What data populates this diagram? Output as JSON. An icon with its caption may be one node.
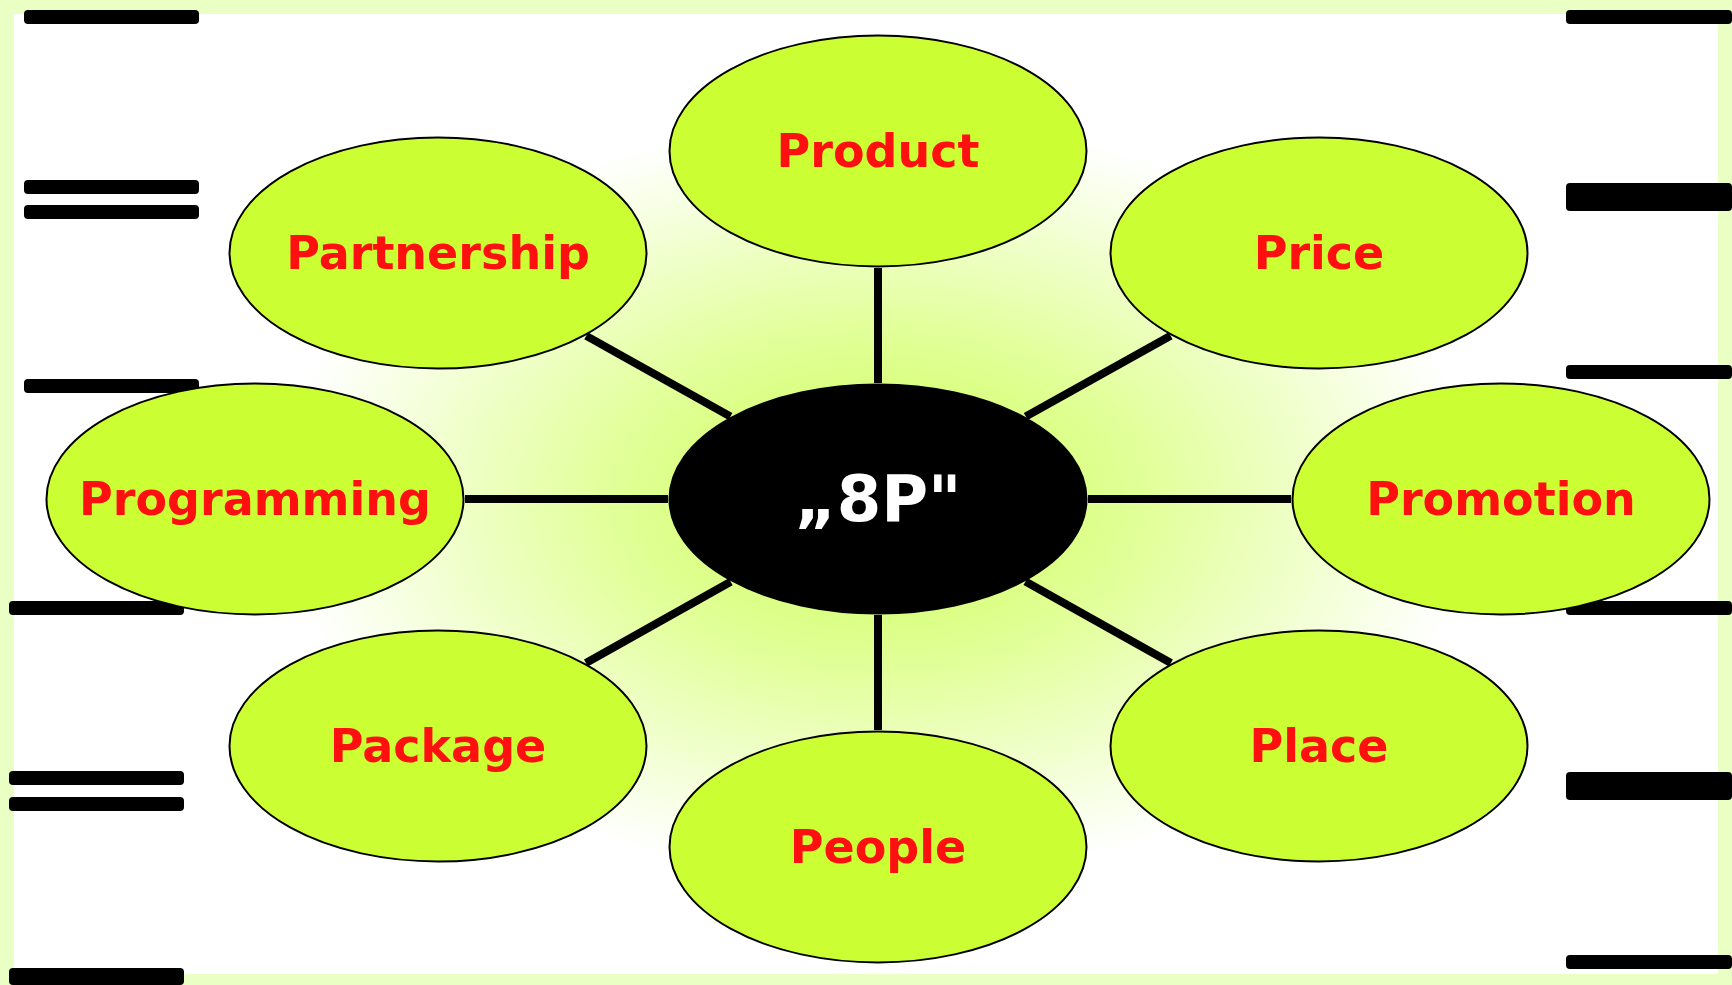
{
  "diagram": {
    "nodes": [
      {
        "text": [
          "Product"
        ]
      },
      {
        "text": [
          "Partnership"
        ]
      },
      {
        "text": [
          "Price"
        ]
      },
      {
        "text": [
          "Programming"
        ]
      },
      {
        "text": [
          "„8P\""
        ]
      },
      {
        "text": [
          "Promotion"
        ]
      },
      {
        "text": [
          "Package"
        ]
      },
      {
        "text": [
          "Place"
        ]
      },
      {
        "text": [
          "People"
        ]
      }
    ],
    "edges": [
      {
        "from": 4,
        "to": 0,
        "arrow": "none"
      },
      {
        "from": 4,
        "to": 1,
        "arrow": "none"
      },
      {
        "from": 4,
        "to": 2,
        "arrow": "none"
      },
      {
        "from": 4,
        "to": 3,
        "arrow": "none"
      },
      {
        "from": 4,
        "to": 5,
        "arrow": "none"
      },
      {
        "from": 4,
        "to": 6,
        "arrow": "none"
      },
      {
        "from": 4,
        "to": 7,
        "arrow": "none"
      },
      {
        "from": 4,
        "to": 8,
        "arrow": "none"
      }
    ]
  }
}
